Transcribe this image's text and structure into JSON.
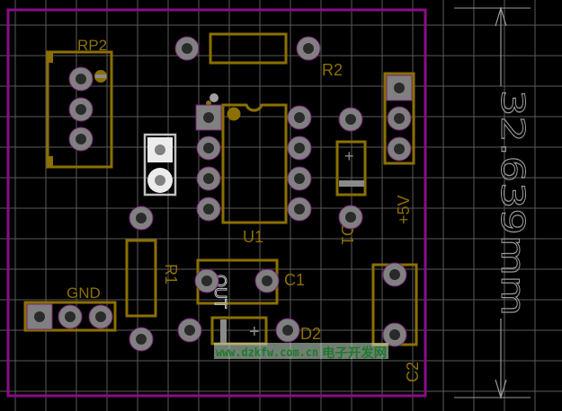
{
  "view": {
    "title": "PCB layout",
    "colors": {
      "background": "#000000",
      "grid": "#5a5a5a",
      "board_outline": "#8a0c8a",
      "silkscreen": "#8c7000",
      "pad": "#808080",
      "pad_hole": "#2a2a2a",
      "pad_ring": "#7a1f7a",
      "highlight": "#e8e8e8",
      "dimension": "#9a9a9a",
      "watermark": "#1d7a2d"
    }
  },
  "components": [
    {
      "id": "RP2",
      "label": "RP2",
      "type": "potentiometer",
      "pads": 3
    },
    {
      "id": "R2",
      "label": "R2",
      "type": "resistor",
      "pads": 2
    },
    {
      "id": "U1",
      "label": "U1",
      "type": "dip8",
      "pads": 8
    },
    {
      "id": "D1",
      "label": "D1",
      "type": "diode",
      "pads": 2,
      "polarity": "+"
    },
    {
      "id": "P5V",
      "label": "+5V",
      "type": "header",
      "pads": 3
    },
    {
      "id": "JP",
      "label": "",
      "type": "jumper",
      "pads": 2
    },
    {
      "id": "R1",
      "label": "R1",
      "type": "resistor",
      "pads": 2
    },
    {
      "id": "GND",
      "label": "GND",
      "type": "header",
      "pads": 3
    },
    {
      "id": "C1",
      "label": "C1",
      "type": "capacitor",
      "pads": 2
    },
    {
      "id": "OUT",
      "label": "OUT",
      "type": "net-label",
      "pads": 0
    },
    {
      "id": "D2",
      "label": "D2",
      "type": "diode",
      "pads": 2,
      "polarity": "+"
    },
    {
      "id": "C2",
      "label": "C2",
      "type": "capacitor",
      "pads": 2
    }
  ],
  "dimension": {
    "value": "32.639mm"
  },
  "watermark": {
    "url": "www.dzkfw.com.cn",
    "site_name": "电子开发网"
  }
}
